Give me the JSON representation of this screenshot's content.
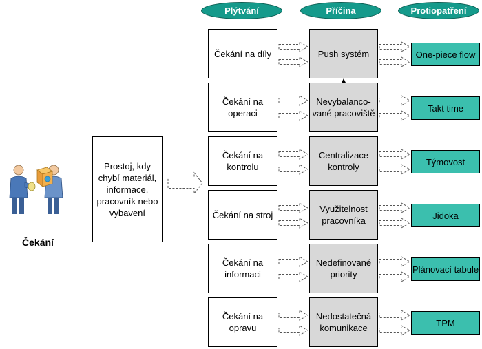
{
  "headers": {
    "waste": "Plýtvání",
    "cause": "Příčina",
    "measure": "Protiopatření"
  },
  "main": {
    "title": "Čekání",
    "description": "Prostoj, kdy chybí materiál, informace, pracovník nebo vybavení",
    "icon": "people-handing-box-icon"
  },
  "rows": [
    {
      "waste": "Čekání na díly",
      "cause": "Push systém",
      "measure": "One-piece flow"
    },
    {
      "waste": "Čekání na operaci",
      "cause": "Nevybalanco-vané pracoviště",
      "measure": "Takt time"
    },
    {
      "waste": "Čekání na kontrolu",
      "cause": "Centralizace kontroly",
      "measure": "Týmovost"
    },
    {
      "waste": "Čekání na stroj",
      "cause": "Využitelnost pracovníka",
      "measure": "Jidoka"
    },
    {
      "waste": "Čekání na informaci",
      "cause": "Nedefinované priority",
      "measure": "Plánovací tabule"
    },
    {
      "waste": "Čekání na opravu",
      "cause": "Nedostatečná komunikace",
      "measure": "TPM"
    }
  ],
  "colors": {
    "header_fill": "#159a8b",
    "measure_fill": "#3bbfae",
    "cause_fill": "#d8d8d8"
  }
}
